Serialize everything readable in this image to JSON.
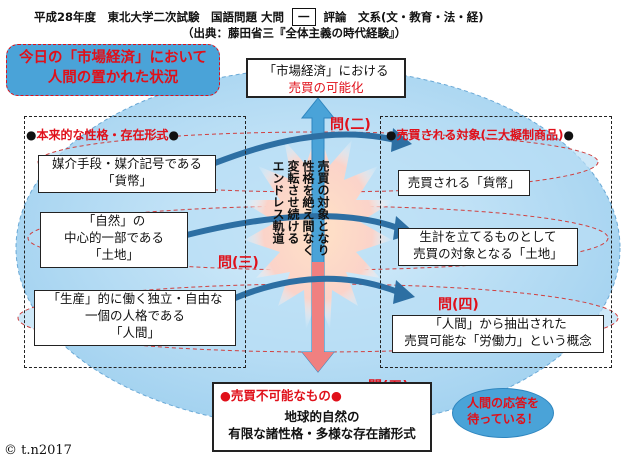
{
  "header": {
    "line1_a": "平成28年度　東北大学二次試験　国語問題 大問",
    "line1_box": "一",
    "line1_b": "評論　文系(文・教育・法・経)",
    "line2": "（出典：藤田省三『全体主義の時代経験』）"
  },
  "title_callout": "今日の「市場経済」において人間の置かれた状況",
  "top_box": {
    "line1": "「市場経済」における",
    "line2": "売買の可能化"
  },
  "left_panel": {
    "label": "本来的な性格・存在形式",
    "items": [
      {
        "line1": "媒介手段・媒介記号である",
        "line2": "「貨幣」"
      },
      {
        "line1": "「自然」の",
        "line2": "中心的一部である",
        "line3": "「土地」"
      },
      {
        "line1": "「生産」的に働く独立・自由な",
        "line2": "一個の人格である",
        "line3": "「人間」"
      }
    ]
  },
  "right_panel": {
    "label": "売買される対象(三大擬制商品)",
    "items": [
      {
        "line1": "売買される「貨幣」"
      },
      {
        "line1": "生計を立てるものとして",
        "line2": "売買の対象となる「土地」"
      },
      {
        "line1": "「人間」から抽出された",
        "line2": "売買可能な「労働力」という概念"
      }
    ]
  },
  "center_text": {
    "col1": "売買の対象となり",
    "col2": "性格を絶え間なく",
    "col3": "変転させ続ける",
    "col4": "エンドレス軌道"
  },
  "bottom_box": {
    "label": "売買不可能なもの",
    "line1": "地球的自然の",
    "line2": "有限な諸性格・多様な存在諸形式"
  },
  "questions": {
    "q2": "問(二)",
    "q3": "問(三)",
    "q4": "問(四)",
    "q5": "問(五)"
  },
  "answer_callout": "人間の応答を待っている！",
  "copyright": "© t.n2017",
  "colors": {
    "accent_red": "#e0101a",
    "ellipse_fill": "#9fd0ef",
    "arrow_blue": "#4aa3d8",
    "arrow_red": "#f08080"
  }
}
